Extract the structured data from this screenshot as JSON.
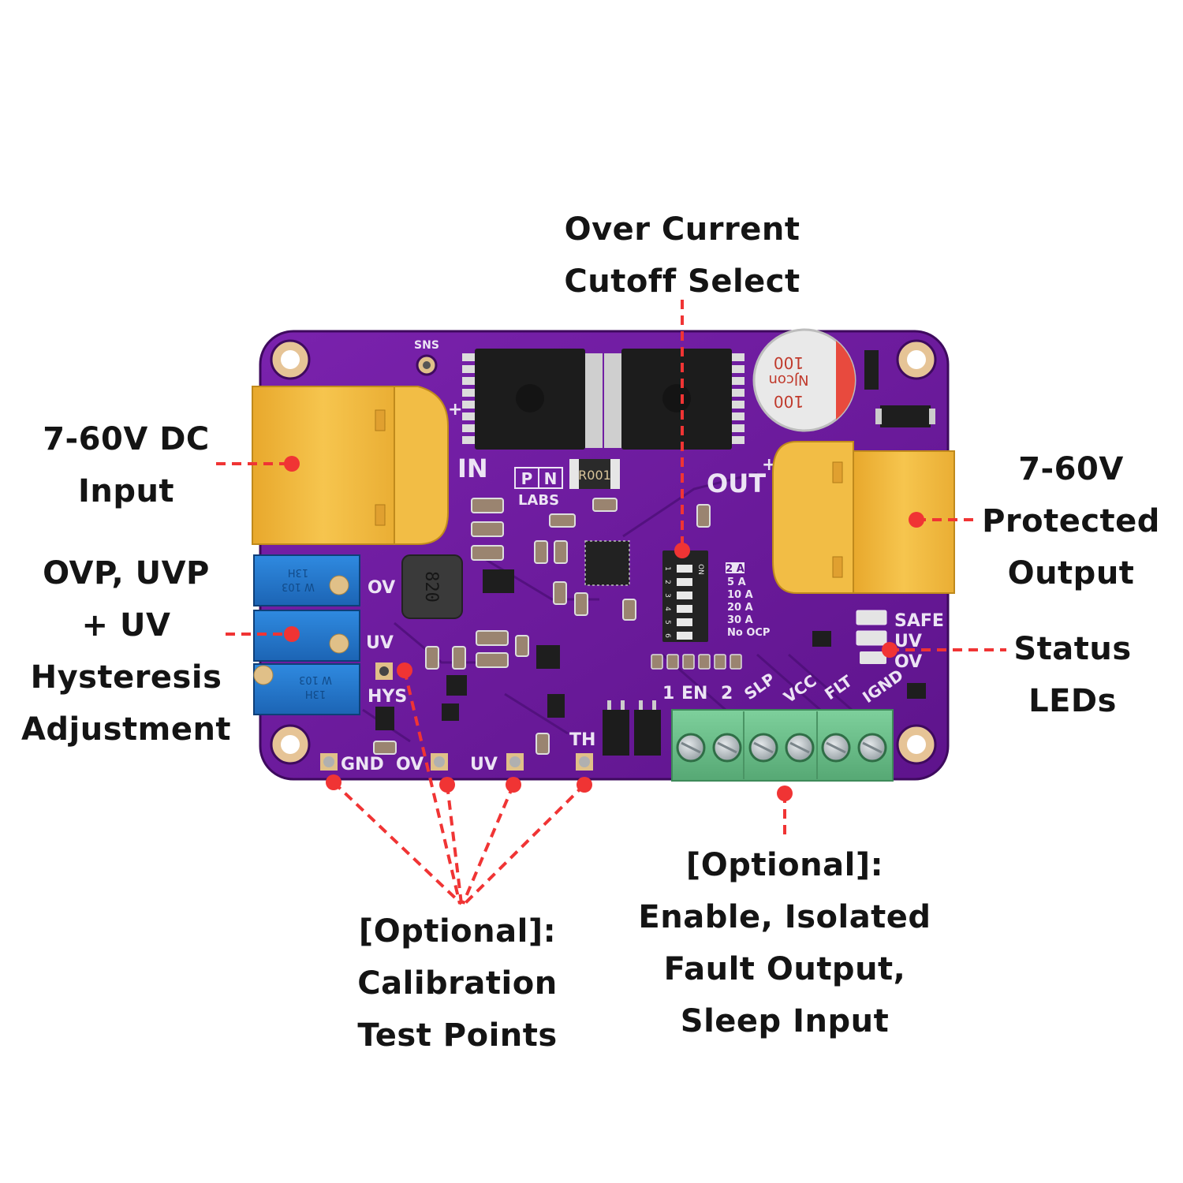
{
  "callouts": {
    "over_current": [
      "Over Current",
      "Cutoff Select"
    ],
    "dc_input": [
      "7-60V DC",
      "Input"
    ],
    "adjustment": [
      "OVP, UVP",
      "+ UV",
      "Hysteresis",
      "Adjustment"
    ],
    "protected_output": [
      "7-60V",
      "Protected",
      "Output"
    ],
    "status_leds": [
      "Status",
      "LEDs"
    ],
    "calibration": [
      "[Optional]:",
      "Calibration",
      "Test Points"
    ],
    "enable_fault": [
      "[Optional]:",
      "Enable, Isolated",
      "Fault Output,",
      "Sleep Input"
    ]
  },
  "board": {
    "logo_letters": [
      "P",
      "N"
    ],
    "logo_sub": "LABS",
    "sns_label": "SNS",
    "in_label": "IN",
    "out_label": "OUT",
    "shunt_marking": "R001",
    "inductor_marking": "820",
    "capacitor_marking": [
      "100",
      "NJcon",
      "100"
    ],
    "trimpot_marking": [
      "13H",
      "W 103"
    ],
    "trimpot_labels": [
      "OV",
      "UV",
      "HYS"
    ],
    "dip_switch": {
      "on_label": "ON",
      "positions": [
        "1",
        "2",
        "3",
        "4",
        "5",
        "6"
      ],
      "current_options": [
        "2 A",
        "5 A",
        "10 A",
        "20 A",
        "30 A",
        "No OCP"
      ],
      "selected_option": "2 A"
    },
    "status_leds": [
      "SAFE",
      "UV",
      "OV"
    ],
    "test_points": [
      "GND",
      "OV",
      "UV",
      "TH"
    ],
    "terminal_labels": [
      "1",
      "EN",
      "2",
      "SLP",
      "VCC",
      "FLT",
      "IGND"
    ],
    "terminal_screw_count": 6
  },
  "colors": {
    "pcb": "#6a1a9a",
    "pcb_dark": "#4a0f70",
    "connector": "#f0b53a",
    "trimpot": "#2a7fd0",
    "terminal": "#6cc08c",
    "accent_leader": "#f03434",
    "text": "#141414"
  }
}
